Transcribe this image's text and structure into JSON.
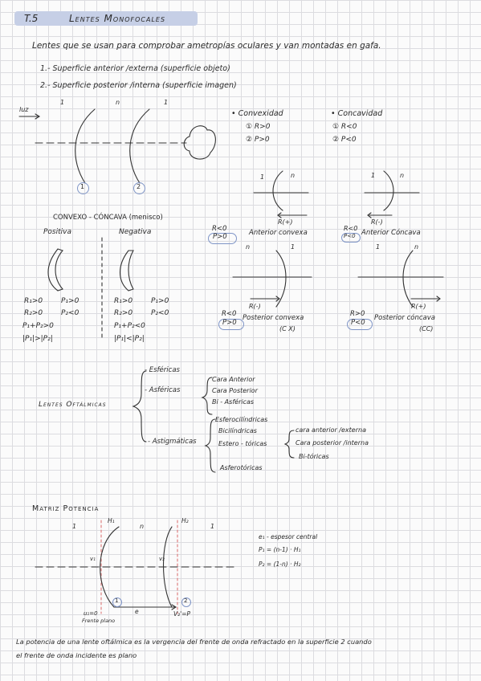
{
  "header": {
    "chapter": "T.5",
    "title": "Lentes Monofocales"
  },
  "intro": {
    "definition": "Lentes que se usan para comprobar ametropías oculares y van montadas en gafa.",
    "surface_1": "1.- Superficie anterior /externa  (superficie objeto)",
    "surface_2": "2.- Superficie posterior /interna  (superficie imagen)"
  },
  "lens_figure": {
    "light": "luz",
    "idx_left": "1",
    "idx_mid": "n",
    "idx_right": "1",
    "num_1": "1",
    "num_2": "2"
  },
  "convexity": {
    "title": "• Convexidad",
    "r": "① R>0",
    "p": "② P>0"
  },
  "concavity": {
    "title": "• Concavidad",
    "r": "① R<0",
    "p": "② P<0"
  },
  "menisco": {
    "title": "CONVEXO - CÓNCAVA (menisco)",
    "positiva": "Positiva",
    "negativa": "Negativa",
    "pos_r1": "R₁>0",
    "pos_p1": "P₁>0",
    "pos_r2": "R₂>0",
    "pos_p2": "P₂<0",
    "pos_sum": "P₁+P₂>0",
    "pos_abs": "|P₁|>|P₂|",
    "neg_r1": "R₁>0",
    "neg_p1": "P₁>0",
    "neg_r2": "R₂>0",
    "neg_p2": "P₂<0",
    "neg_sum": "P₁+P₂<0",
    "neg_abs": "|P₁|<|P₂|"
  },
  "surfaces": {
    "ac_idx_1": "1",
    "ac_idx_n": "n",
    "ac_r": "R(+)",
    "ac_r_label": "R<0",
    "ac_p_label": "P>0",
    "ac_caption": "Anterior convexa",
    "acc_idx_1": "1",
    "acc_idx_n": "n",
    "acc_r": "R(-)",
    "acc_r_label": "R<0",
    "acc_p_label": "P<0",
    "acc_caption": "Anterior Cóncava",
    "pc_idx_n": "n",
    "pc_idx_1": "1",
    "pc_r": "R(-)",
    "pc_r_label": "R<0",
    "pc_p_label": "P>0",
    "pc_caption": "Posterior convexa",
    "pc_code": "(C X)",
    "pcc_idx_1": "1",
    "pcc_idx_n": "n",
    "pcc_r": "R(+)",
    "pcc_r_label": "R>0",
    "pcc_p_label": "P<0",
    "pcc_caption": "Posterior cóncava",
    "pcc_code": "(CC)"
  },
  "ophthalmic": {
    "root": "Lentes Oftálmicas",
    "esfericas": "- Esféricas",
    "asfericas": "- Asféricas",
    "asf_1": "Cara Anterior",
    "asf_2": "Cara Posterior",
    "asf_3": "Bi - Asféricas",
    "astigmaticas": "- Astigmáticas",
    "ast_1": "Esferocilíndricas",
    "ast_2": "Bicilíndricas",
    "ast_3": "Estero - tóricas",
    "ast_4": "Asferotóricas",
    "tor_1": "cara anterior /externa",
    "tor_2": "Cara posterior /interna",
    "tor_3": "Bi-tóricas"
  },
  "matrix": {
    "title": "Matriz Potencia",
    "idx_1a": "1",
    "idx_n": "n",
    "idx_1b": "1",
    "h1": "H₁",
    "h2": "H₂",
    "v1": "v₁",
    "v2": "v₂",
    "pt_1": "1",
    "pt_2": "2",
    "e": "e",
    "u1": "u₁=0",
    "frente": "Frente plano",
    "v2eq": "V₂'=P",
    "eq_e": "e₁ - espesor central",
    "eq_p1": "P₁ = (n-1) · H₁",
    "eq_p2": "P₂ = (1-n) · H₂"
  },
  "footer": {
    "line1": "La potencia de una lente oftálmica es la vergencia del frente de onda refractado en la superficie 2 cuando",
    "line2": "el frente de onda incidente es plano"
  }
}
